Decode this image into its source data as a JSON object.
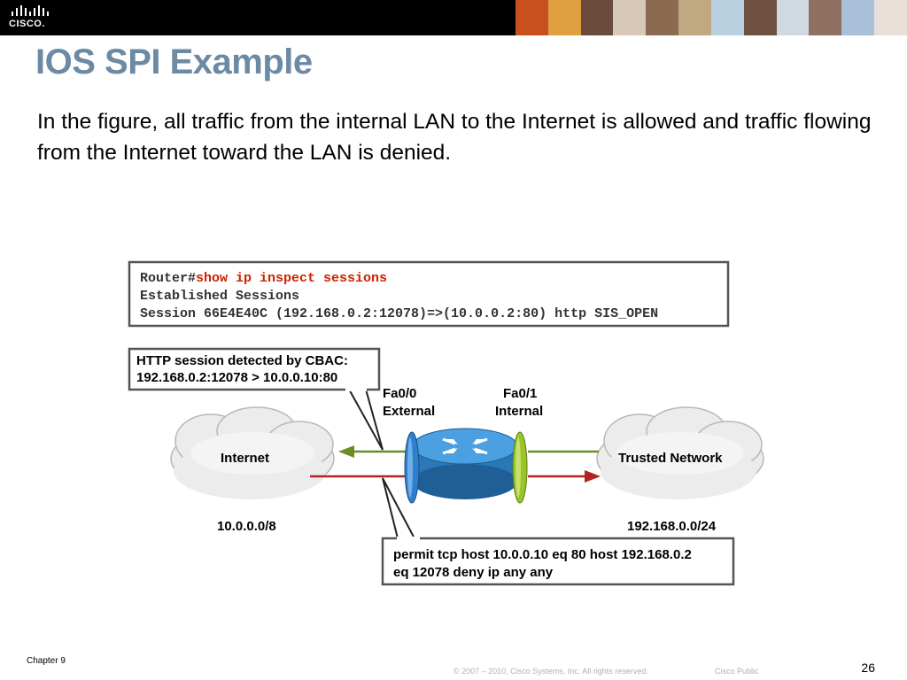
{
  "header": {
    "logo_text": "CISCO.",
    "photo_colors": [
      "#c8501e",
      "#e0a040",
      "#6a4a3a",
      "#d8c8b8",
      "#8a6a50",
      "#c0a880",
      "#b8d0e0",
      "#705040",
      "#d0d8e0",
      "#907060",
      "#a8c0d8",
      "#e8e0d8"
    ]
  },
  "slide": {
    "title": "IOS SPI Example",
    "body": "In the figure, all traffic from the internal LAN to the Internet is allowed and traffic flowing from the Internet toward the LAN is denied."
  },
  "figure": {
    "cli": {
      "prompt": "Router#",
      "command": "show ip inspect sessions",
      "line2": "Established Sessions",
      "line3": "Session 66E4E40C (192.168.0.2:12078)=>(10.0.0.2:80) http SIS_OPEN"
    },
    "cbac_box": {
      "line1": "HTTP session detected by CBAC:",
      "line2": "192.168.0.2:12078 > 10.0.0.10:80"
    },
    "interfaces": {
      "fa00_name": "Fa0/0",
      "fa00_role": "External",
      "fa01_name": "Fa0/1",
      "fa01_role": "Internal"
    },
    "internet_label": "Internet",
    "internet_subnet": "10.0.0.0/8",
    "trusted_label": "Trusted Network",
    "trusted_subnet": "192.168.0.0/24",
    "acl_box": {
      "line1": "permit tcp host 10.0.0.10 eq 80 host 192.168.0.2",
      "line2": "eq 12078 deny ip any any"
    },
    "colors": {
      "command": "#cc2200",
      "green_arrow": "#6b8e23",
      "red_arrow": "#b22222",
      "router_blue": "#3a8fd0",
      "interface_blue": "#2f7fcf",
      "interface_green": "#9bc42b"
    }
  },
  "footer": {
    "chapter": "Chapter 9",
    "copyright": "© 2007 – 2010, Cisco Systems, Inc. All rights reserved.",
    "classification": "Cisco Public",
    "page_number": "26"
  }
}
